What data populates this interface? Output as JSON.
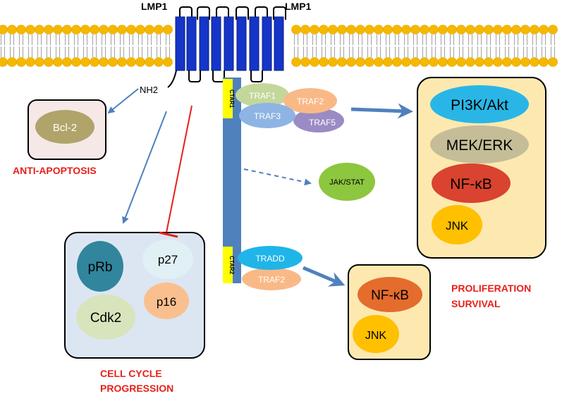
{
  "membrane": {
    "lmp1_left": "LMP1",
    "lmp1_right": "LMP1",
    "nh2": "NH2"
  },
  "ctar": {
    "ctar1": "CTAR1",
    "ctar2": "CTAR2"
  },
  "adaptors": {
    "traf1": "TRAF1",
    "traf2_top": "TRAF2",
    "traf3": "TRAF3",
    "traf5": "TRAF5",
    "tradd": "TRADD",
    "traf2_bottom": "TRAF2"
  },
  "jak_stat": "JAK/STAT",
  "apoptosis_box": {
    "bcl2": "Bcl-2",
    "label": "ANTI-APOPTOSIS"
  },
  "cell_cycle_box": {
    "prb": "pRb",
    "p27": "p27",
    "cdk2": "Cdk2",
    "p16": "p16",
    "label_line1": "CELL CYCLE",
    "label_line2": "PROGRESSION"
  },
  "pathway_box": {
    "pi3k": "PI3K/Akt",
    "mek": "MEK/ERK",
    "nfkb": "NF-κB",
    "jnk": "JNK"
  },
  "small_pathway_box": {
    "nfkb": "NF-κB",
    "jnk": "JNK"
  },
  "outcome": {
    "line1": "PROLIFERATION",
    "line2": "SURVIVAL"
  },
  "colors": {
    "lipid_head": "#f5b800",
    "lmp1_blue": "#1435c8",
    "tail_blue": "#4f81bd",
    "ctar_yellow": "#ffff00",
    "label_red": "#e8201a"
  }
}
